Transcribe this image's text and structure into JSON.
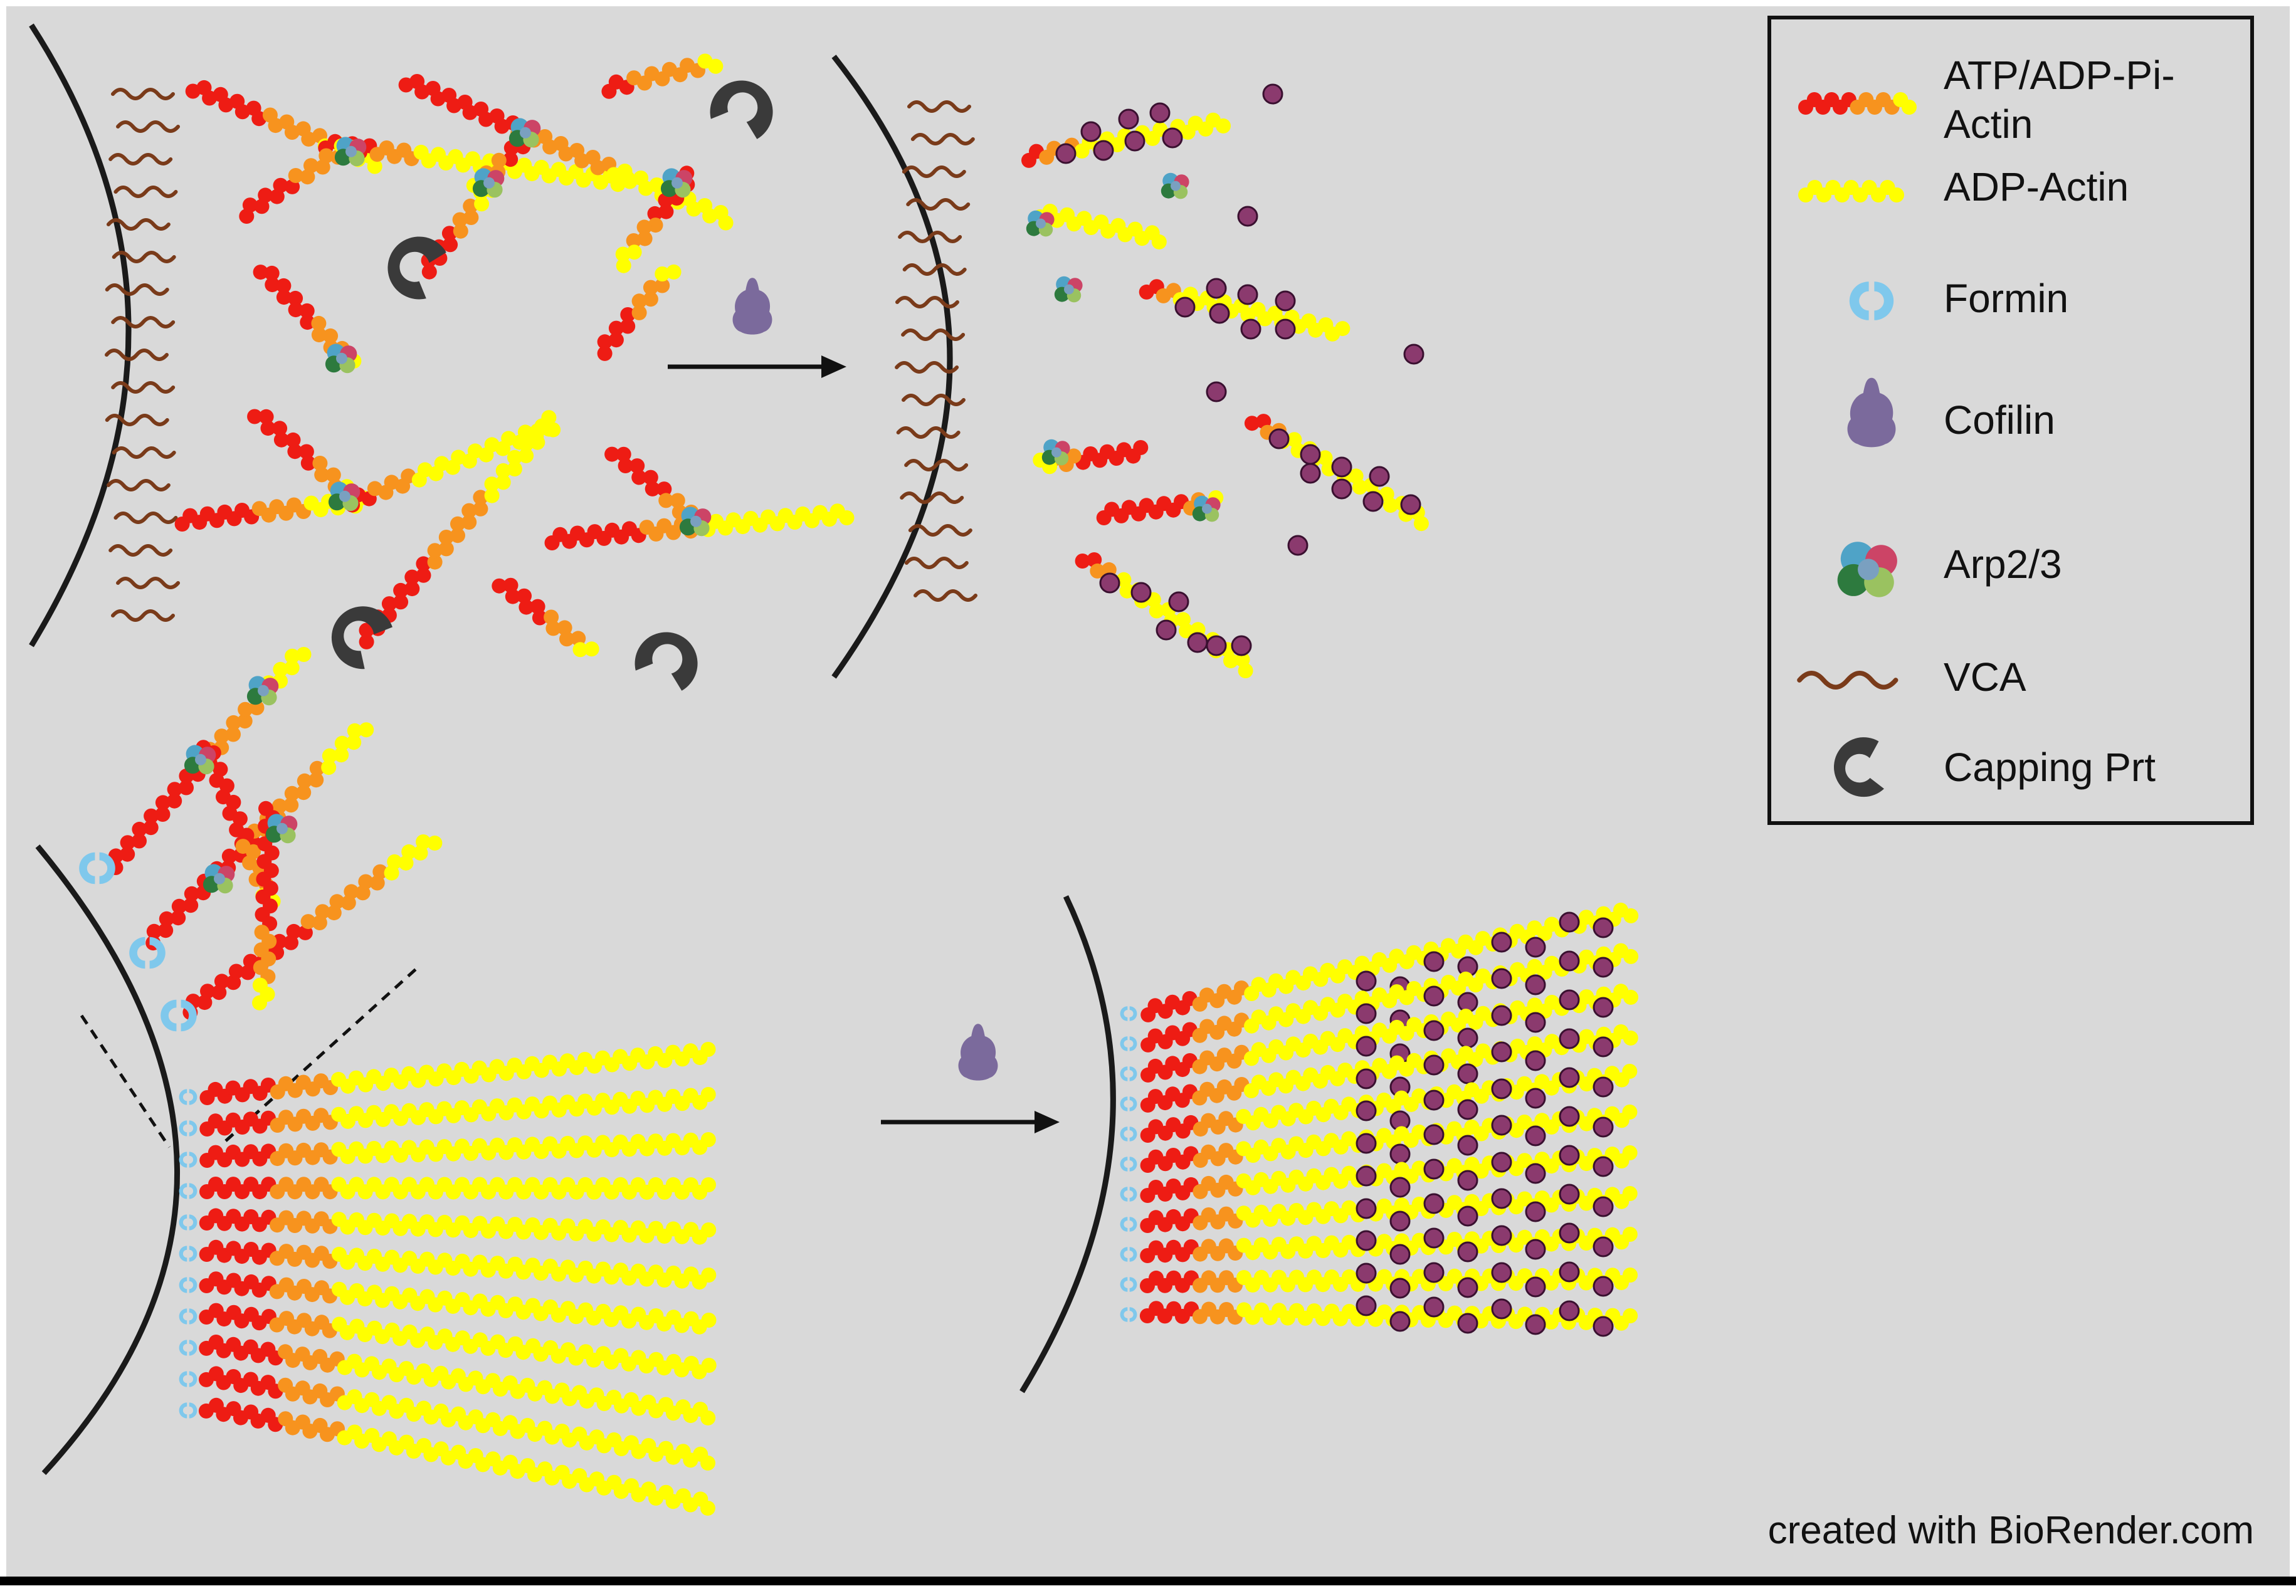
{
  "legend": {
    "items": [
      {
        "icon": "atp-actin-filament-icon",
        "lines": [
          "ATP/ADP-Pi-",
          "Actin"
        ]
      },
      {
        "icon": "adp-actin-filament-icon",
        "lines": [
          "ADP-Actin"
        ]
      },
      {
        "icon": "formin-icon",
        "lines": [
          "Formin"
        ]
      },
      {
        "icon": "cofilin-icon",
        "lines": [
          "Cofilin"
        ]
      },
      {
        "icon": "arp23-complex-icon",
        "lines": [
          "Arp2/3"
        ]
      },
      {
        "icon": "vca-squiggle-icon",
        "lines": [
          "VCA"
        ]
      },
      {
        "icon": "capping-protein-icon",
        "lines": [
          "Capping Prt"
        ]
      }
    ]
  },
  "credit": "created with BioRender.com",
  "colors": {
    "background": "#d9d9d9",
    "membrane": "#1a1a1a",
    "atp_actin": "#ee1c14",
    "adp_pi_actin": "#f7931e",
    "adp_actin": "#ffff00",
    "cofilin": "#7b6a9c",
    "cofilin_bound": "#8b3a6e",
    "formin": "#7fc8ec",
    "vca": "#7a3b1a",
    "capping": "#3a3a3a",
    "arp_green": "#4a9a5a",
    "arp_pink": "#cc4466",
    "cofilin_filament": "#e87a9a"
  }
}
